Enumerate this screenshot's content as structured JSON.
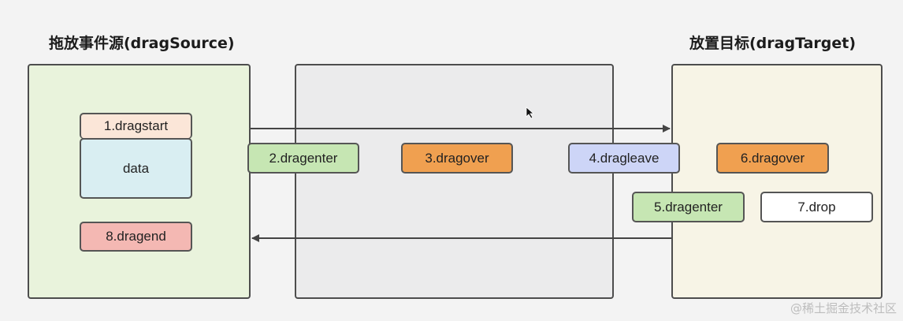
{
  "source": {
    "title": "拖放事件源(dragSource)",
    "dragstart": "1.dragstart",
    "data": "data",
    "dragend": "8.dragend"
  },
  "middle": {
    "dragenter": "2.dragenter",
    "dragover": "3.dragover",
    "dragleave": "4.dragleave"
  },
  "target": {
    "title": "放置目标(dragTarget)",
    "dragenter": "5.dragenter",
    "dragover": "6.dragover",
    "drop": "7.drop"
  },
  "watermark": "@稀土掘金技术社区",
  "colors": {
    "source_panel": "#e9f3dc",
    "middle_panel": "#ebebec",
    "target_panel": "#f7f4e6",
    "dragstart": "#fbe6d8",
    "data": "#d9eef2",
    "dragend": "#f4b8b3",
    "dragenter": "#c6e6b3",
    "dragover": "#f0a050",
    "dragleave": "#cdd5f7",
    "drop": "#ffffff",
    "arrow": "#444444"
  }
}
